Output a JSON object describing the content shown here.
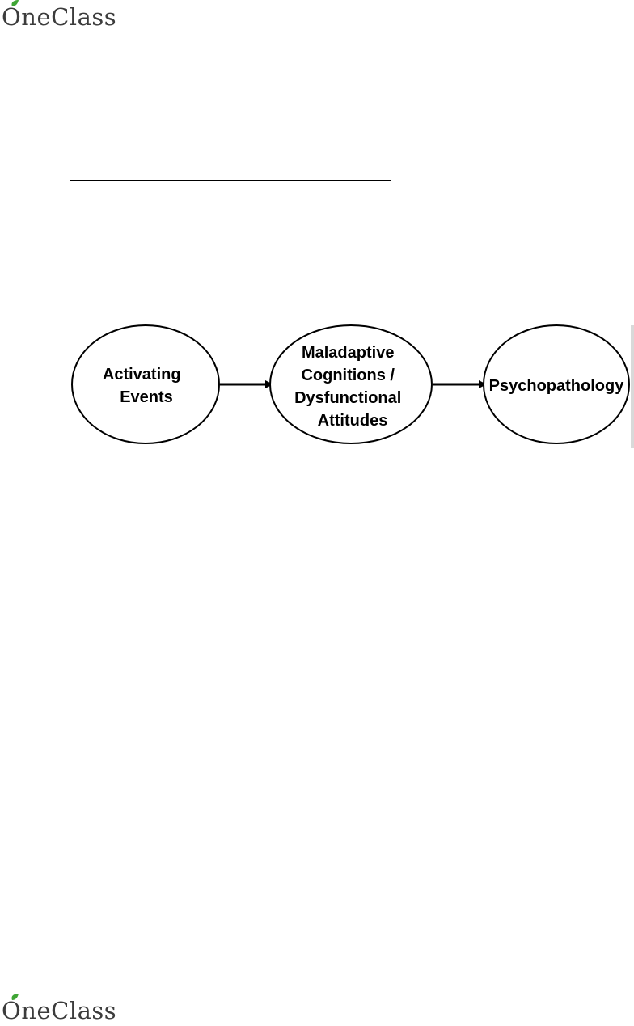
{
  "brand": {
    "name": "OneClass",
    "leaf_color": "#3fa535",
    "text_color": "#3c3c3c"
  },
  "diagram": {
    "nodes": [
      {
        "id": "activating-events",
        "lines": [
          "Activating",
          "Events"
        ]
      },
      {
        "id": "maladaptive-cognitions",
        "lines": [
          "Maladaptive",
          "Cognitions /",
          "Dysfunctional",
          "Attitudes"
        ]
      },
      {
        "id": "psychopathology",
        "lines": [
          "Psychopathology"
        ]
      }
    ],
    "edges": [
      {
        "from": "activating-events",
        "to": "maladaptive-cognitions"
      },
      {
        "from": "maladaptive-cognitions",
        "to": "psychopathology"
      }
    ]
  }
}
